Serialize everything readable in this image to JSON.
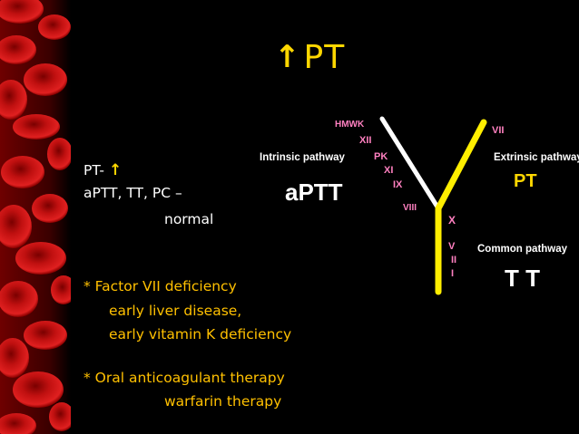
{
  "title": {
    "arrow": "↑",
    "text": "PT"
  },
  "left_text": {
    "line1": "PT-",
    "line1_arrow": "↑",
    "line2": "aPTT, TT, PC –",
    "line3": "normal",
    "line4": "* Factor VII deficiency",
    "line5": "early liver disease,",
    "line6": "early vitamin K deficiency",
    "line7": "* Oral anticoagulant therapy",
    "line8": "warfarin therapy"
  },
  "diagram": {
    "intrinsic_label": "Intrinsic pathway",
    "extrinsic_label": "Extrinsic pathway",
    "common_label": "Common pathway",
    "aptt": "aPTT",
    "pt": "PT",
    "tt": "T T",
    "intrinsic_factors": [
      "HMWK",
      "XII",
      "PK",
      "XI",
      "IX",
      "VIII"
    ],
    "extrinsic_factor": "VII",
    "common_factors": [
      "X",
      "V",
      "II",
      "I"
    ]
  },
  "colors": {
    "gold": "#ffd700",
    "text_gold": "#ffc000",
    "factor_pink": "#ff80c0",
    "white": "#ffffff",
    "yellow_line": "#ffee00"
  }
}
